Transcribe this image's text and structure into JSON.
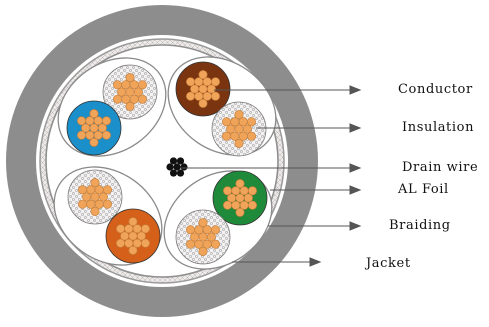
{
  "colors": {
    "jacket": "#8e8e8e",
    "braiding": "#f1eeee",
    "foil": "#9d9d9d",
    "insulation_fill": "#f5f3f3",
    "insulation_pattern": "#9e9e9e",
    "copper": "#f0a45a",
    "conductor_brown": "#7a3410",
    "conductor_blue": "#1a8fc9",
    "conductor_green": "#1f8a3a",
    "conductor_orange": "#d4601a",
    "drain": "#111111",
    "leader_line": "#555555"
  },
  "labels": {
    "conductor": "Conductor",
    "insulation": "Insulation",
    "drain_wire": "Drain wire",
    "al_foil": "AL Foil",
    "braiding": "Braiding",
    "jacket": "Jacket"
  }
}
